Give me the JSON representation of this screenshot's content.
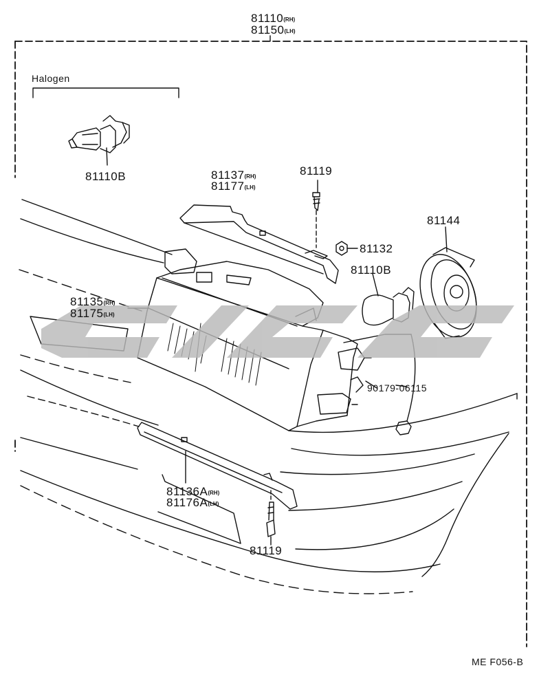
{
  "assembly": {
    "rh_part": "81110",
    "rh_tag": "(RH)",
    "lh_part": "81150",
    "lh_tag": "(LH)"
  },
  "halogen_group": {
    "heading": "Halogen",
    "bulb_part": "81110B"
  },
  "callouts": {
    "retainer_upper_rh": "81137",
    "retainer_upper_rh_tag": "(RH)",
    "retainer_upper_lh": "81177",
    "retainer_upper_lh_tag": "(LH)",
    "screw_top": "81119",
    "nut": "81132",
    "socket_cover": "81144",
    "bulb": "81110B",
    "unit_rh": "81135",
    "unit_rh_tag": "(RH)",
    "unit_lh": "81175",
    "unit_lh_tag": "(LH)",
    "clip": "90179-06115",
    "retainer_lower_rh": "81136A",
    "retainer_lower_rh_tag": "(RH)",
    "retainer_lower_lh": "81176A",
    "retainer_lower_lh_tag": "(LH)",
    "screw_bottom": "81119"
  },
  "drawing_code": "ME F056-B",
  "colors": {
    "line": "#111111",
    "watermark": "#b9b9b9"
  }
}
